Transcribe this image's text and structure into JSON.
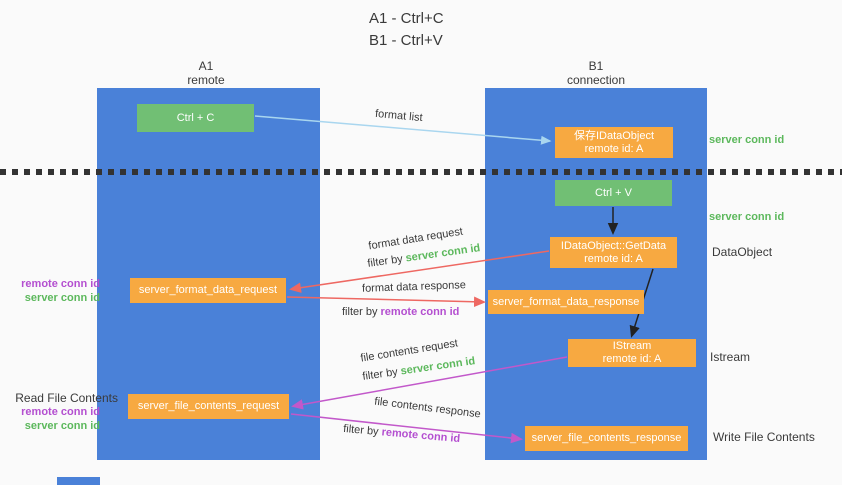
{
  "title": {
    "line1": "A1 - Ctrl+C",
    "line2": "B1 - Ctrl+V"
  },
  "columns": {
    "a": {
      "id": "A1",
      "role": "remote"
    },
    "b": {
      "id": "B1",
      "role": "connection"
    }
  },
  "nodes": {
    "ctrl_c": {
      "label": "Ctrl + C"
    },
    "save_dataobject": {
      "line1": "保存IDataObject",
      "line2": "remote id: A"
    },
    "ctrl_v": {
      "label": "Ctrl + V"
    },
    "getdata": {
      "line1": "IDataObject::GetData",
      "line2": "remote id: A"
    },
    "format_request": {
      "label": "server_format_data_request"
    },
    "format_response": {
      "label": "server_format_data_response"
    },
    "istream": {
      "line1": "IStream",
      "line2": "remote id: A"
    },
    "file_request": {
      "label": "server_file_contents_request"
    },
    "file_response": {
      "label": "server_file_contents_response"
    }
  },
  "side_labels": {
    "server_conn_id_top": "server conn id",
    "server_conn_id_mid": "server conn id",
    "dataobject": "DataObject",
    "istream": "Istream",
    "write_file_contents": "Write File Contents",
    "read_file_contents": "Read File Contents",
    "left1_remote": "remote conn id",
    "left1_server": "server conn id",
    "left2_remote": "remote conn id",
    "left2_server": "server conn id"
  },
  "arrow_labels": {
    "format_list": "format list",
    "format_data_request": "format data request",
    "format_data_response": "format data response",
    "file_contents_request": "file contents request",
    "file_contents_response": "file contents response",
    "filter_by": "filter by ",
    "server_conn_id": "server conn id",
    "remote_conn_id": "remote conn id"
  },
  "colors": {
    "column_blue": "#4a81d8",
    "node_orange": "#f7a941",
    "node_green": "#71bf74",
    "arrow_red": "#ee6862",
    "arrow_magenta": "#c258ca",
    "arrow_light_blue": "#a9d6ef",
    "arrow_black": "#222222",
    "label_green": "#5cb85c",
    "label_purple": "#b44fd0",
    "text_dark": "#3a3a3a"
  }
}
